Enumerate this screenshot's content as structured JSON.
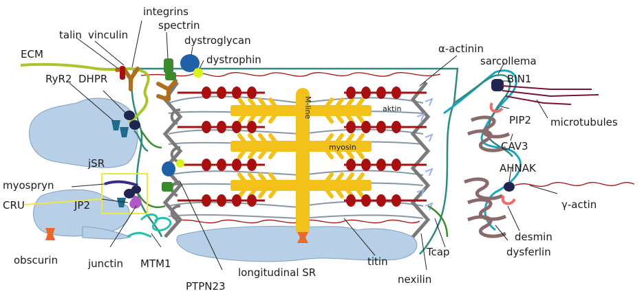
{
  "labels": {
    "integrins": "integrins",
    "spectrin": "spectrin",
    "talin": "talin",
    "vinculin": "vinculin",
    "dystroglycan": "dystroglycan",
    "ecm": "ECM",
    "dystrophin": "dystrophin",
    "ryr2": "RyR2",
    "dhpr": "DHPR",
    "alpha_actinin": "α-actinin",
    "sarcollema": "sarcollema",
    "bin1": "BIN1",
    "aktin": "aktin",
    "m_line": "M-line",
    "myosin": "myosin",
    "jsr": "jSR",
    "pip2": "PIP2",
    "microtubules": "microtubules",
    "cav3": "CAV3",
    "ahnak": "AHNAK",
    "myospryn": "myospryn",
    "cru": "CRU",
    "jp2": "JP2",
    "gamma_actin": "γ-actin",
    "desmin": "desmin",
    "obscurin": "obscurin",
    "dysferlin": "dysferlin",
    "junctin": "junctin",
    "mtm1": "MTM1",
    "longitudinal_sr": "longitudinal SR",
    "titin": "titin",
    "tcap": "Tcap",
    "nexilin": "nexilin",
    "ptpn23": "PTPN23"
  },
  "colors": {
    "sr": "#b8cfe8",
    "sr_stroke": "#7f9fc4",
    "myosin": "#f2c21b",
    "actin_bead": "#a80f0f",
    "titin": "#8896a6",
    "sarcolemma": "#2e8a7a",
    "ttubule": "#1aa4c4",
    "ecm": "#a8c62a",
    "zdisc": "#7a7a7a",
    "dhpr": "#1f2550",
    "ryr2": "#1e6b8c",
    "desmin": "#8a6a6a",
    "pip2": "#f06a6a",
    "microtubule": "#7a1030",
    "dystroglycan": "#1e60a8",
    "green_protein": "#3c8a2e",
    "talin": "#b06d1c",
    "cru_box": "#f0e83c",
    "myospryn": "#3a2a8a",
    "jp2": "#b058c8",
    "mtm1": "#1fc4a8",
    "obscurin": "#e86a2a",
    "nexilin": "#9ab0e8",
    "dystrophin": "#d8f21a"
  }
}
